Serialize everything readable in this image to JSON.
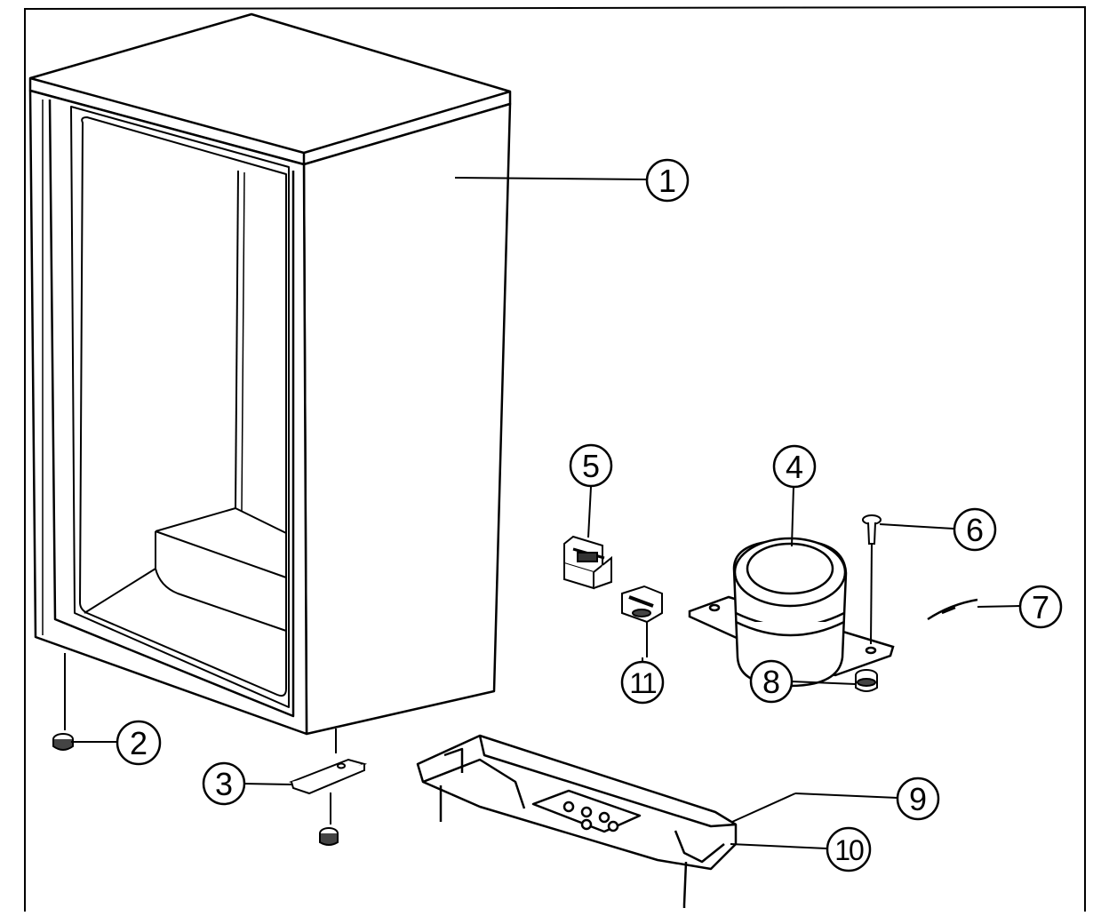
{
  "diagram": {
    "parts": [
      {
        "id": "1",
        "label": "1",
        "name": "cabinet"
      },
      {
        "id": "2",
        "label": "2",
        "name": "leveling-foot"
      },
      {
        "id": "3",
        "label": "3",
        "name": "hinge-bracket"
      },
      {
        "id": "4",
        "label": "4",
        "name": "compressor"
      },
      {
        "id": "5",
        "label": "5",
        "name": "relay"
      },
      {
        "id": "6",
        "label": "6",
        "name": "screw"
      },
      {
        "id": "7",
        "label": "7",
        "name": "clip"
      },
      {
        "id": "8",
        "label": "8",
        "name": "grommet"
      },
      {
        "id": "9",
        "label": "9",
        "name": "base-plate"
      },
      {
        "id": "10",
        "label": "10",
        "name": "base-screw"
      },
      {
        "id": "11",
        "label": "11",
        "name": "overload-protector"
      }
    ]
  }
}
